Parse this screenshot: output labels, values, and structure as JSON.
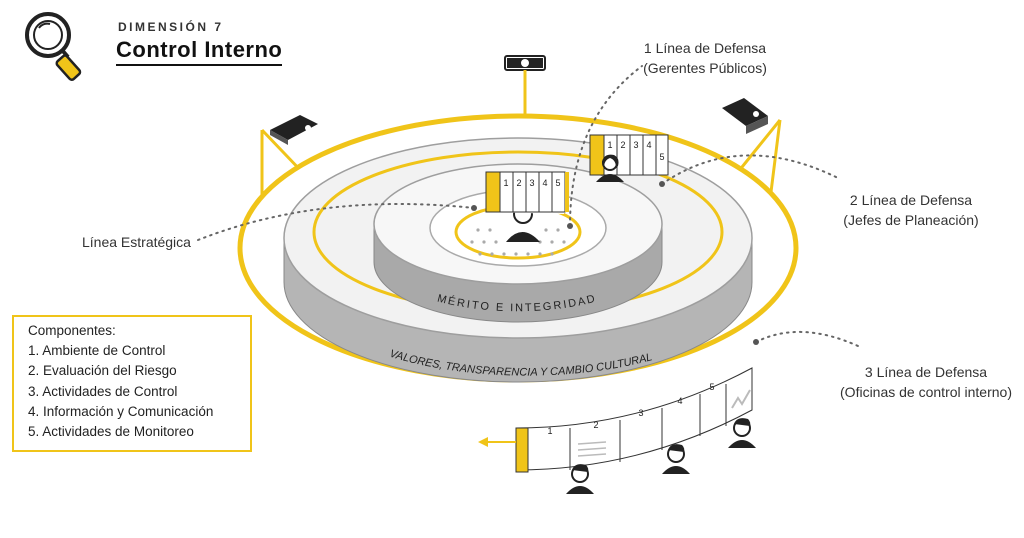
{
  "header": {
    "eyebrow": "DIMENSIÓN 7",
    "title": "Control Interno",
    "icon": "magnifier-icon"
  },
  "callouts": {
    "linea_estrategica": "Línea Estratégica",
    "linea1_title": "1 Línea de Defensa",
    "linea1_sub": "(Gerentes Públicos)",
    "linea2_title": "2 Línea de Defensa",
    "linea2_sub": "(Jefes de Planeación)",
    "linea3_title": "3 Línea de Defensa",
    "linea3_sub": "(Oficinas de control interno)"
  },
  "rings": {
    "inner_label": "MÉRITO E INTEGRIDAD",
    "outer_label": "VALORES, TRANSPARENCIA Y CAMBIO CULTURAL"
  },
  "panel_numbers": [
    "1",
    "2",
    "3",
    "4",
    "5"
  ],
  "components": {
    "title": "Componentes:",
    "items": [
      "1. Ambiente de Control",
      "2. Evaluación del Riesgo",
      "3. Actividades de Control",
      "4. Información y Comunicación",
      "5. Actividades de Monitoreo"
    ]
  },
  "colors": {
    "accent": "#f0c419",
    "ring_gray": "#bdbdbd",
    "ring_dark": "#9e9e9e",
    "ink": "#222222"
  }
}
